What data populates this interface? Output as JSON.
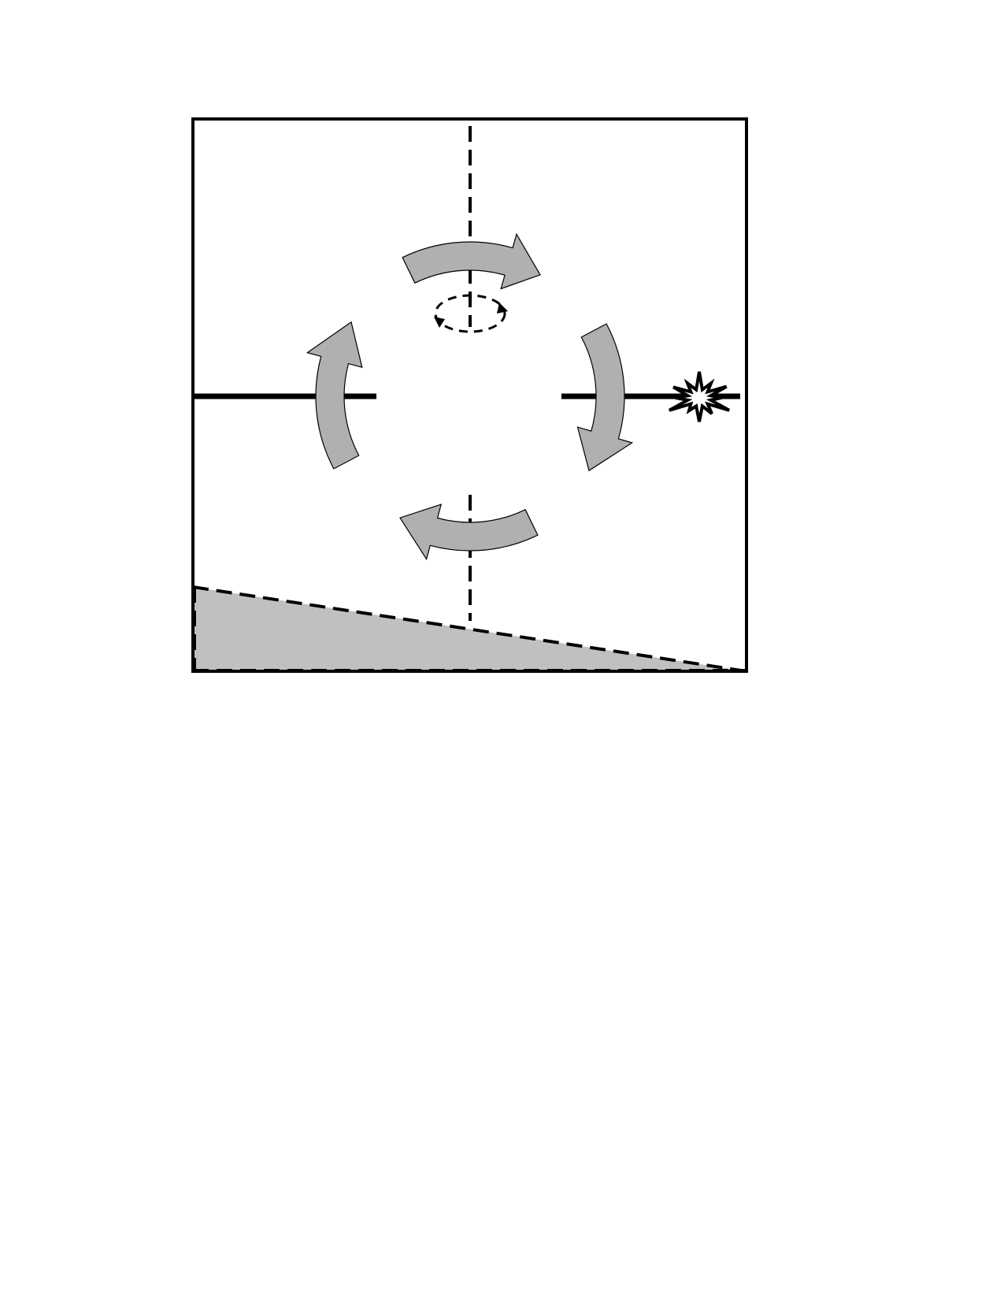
{
  "diagram": {
    "description_labels": [],
    "colors": {
      "arrow_fill": "#b0b0b0",
      "wedge_fill": "#c0c0c0",
      "stroke": "#000000",
      "burst_fill": "#ffffff"
    },
    "elements": {
      "frame": "square-frame",
      "horizontal_axis": "solid-line",
      "vertical_axis": "dashed-line",
      "rotation_arrows": [
        "top",
        "right",
        "bottom",
        "left"
      ],
      "rotation_direction": "clockwise",
      "spin_indicator": "dashed-ellipse-arrow",
      "impact_icon": "starburst",
      "shaded_region": "triangle-wedge"
    }
  }
}
